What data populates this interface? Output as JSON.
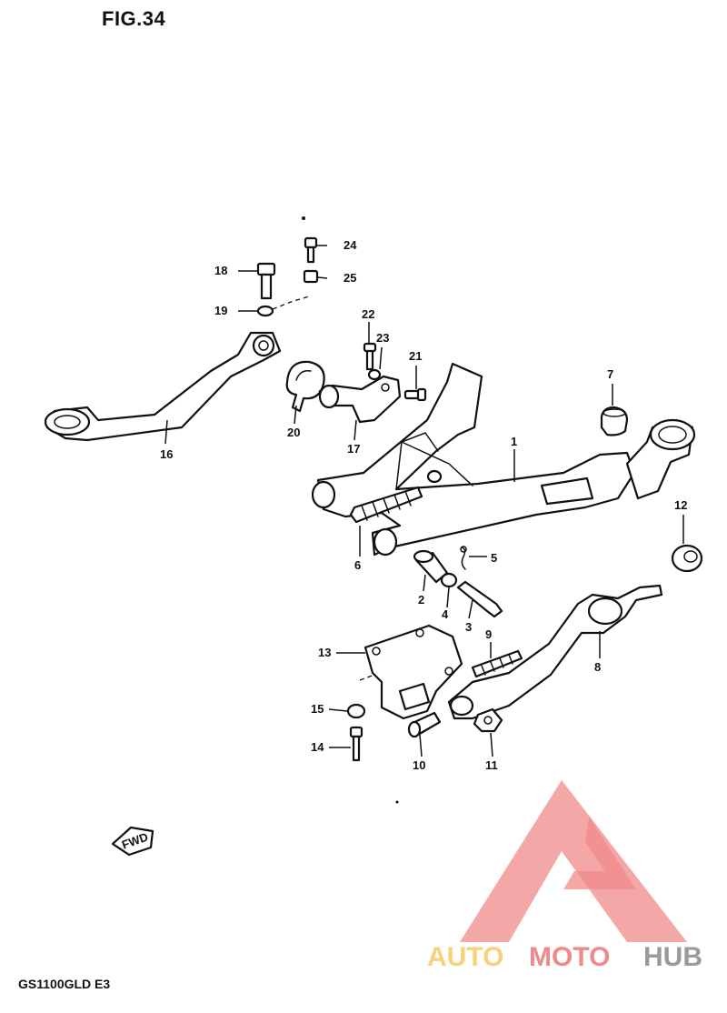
{
  "figure_title": "FIG.34",
  "model_code": "GS1100GLD E3",
  "fwd_label": "FWD",
  "watermark": {
    "word_part_1": "AUTO",
    "word_part_2": "MOTO",
    "word_part_3": "HUB",
    "color_primary": "#f08a8a",
    "color_light": "#f7d27a",
    "color_dark": "#9a9a9a"
  },
  "callouts": [
    "1",
    "2",
    "3",
    "4",
    "5",
    "6",
    "7",
    "8",
    "9",
    "10",
    "11",
    "12",
    "13",
    "14",
    "15",
    "16",
    "17",
    "18",
    "19",
    "20",
    "21",
    "22",
    "23",
    "24",
    "25"
  ]
}
